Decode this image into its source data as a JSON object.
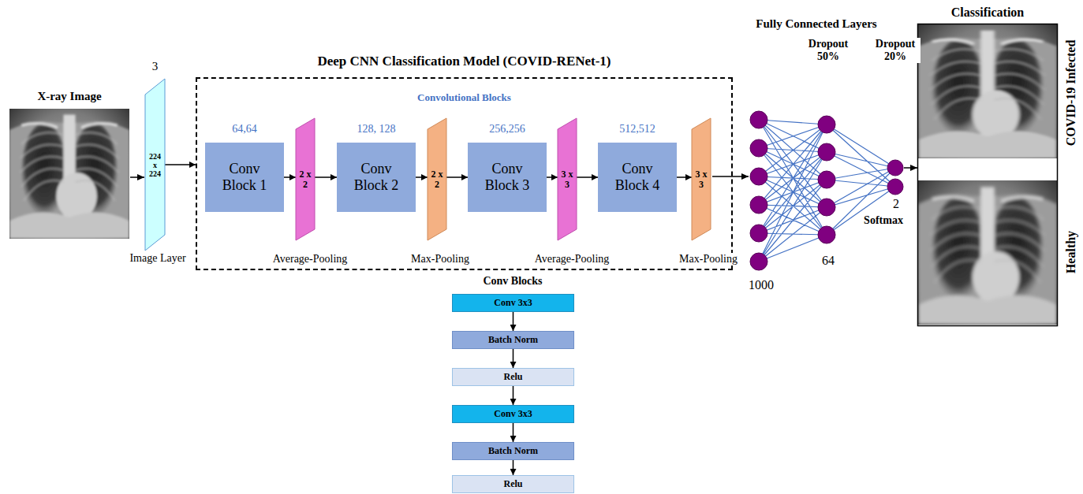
{
  "diagram": {
    "title": "Deep CNN Classification Model (COVID-RENet-1)",
    "nodes": [
      {
        "text": [
          "3",
          "224 x 224"
        ]
      },
      {
        "text": [
          "Deep CNN Classification Model (COVID-RENet-1)",
          "Convolutional Blocks"
        ]
      },
      {
        "text": [
          "64,64",
          "Conv Block 1"
        ],
        "in": 1
      },
      {
        "text": [
          "2 x 2"
        ],
        "in": 1
      },
      {
        "text": [
          "128, 128",
          "Conv Block 2"
        ],
        "in": 1
      },
      {
        "text": [
          "2 x 2"
        ],
        "in": 1
      },
      {
        "text": [
          "256,256",
          "Conv Block 3"
        ],
        "in": 1
      },
      {
        "text": [
          "3 x 3"
        ],
        "in": 1
      },
      {
        "text": [
          "512,512",
          "Conv Block 4"
        ],
        "in": 1
      },
      {
        "text": [
          "3 x 3"
        ],
        "in": 1
      },
      {
        "text": [
          "Conv 3x3"
        ]
      },
      {
        "text": [
          "Batch Norm"
        ]
      },
      {
        "text": [
          "Relu"
        ]
      },
      {
        "text": [
          "Conv 3x3"
        ]
      },
      {
        "text": [
          "Batch Norm"
        ]
      },
      {
        "text": [
          "Relu"
        ]
      }
    ],
    "edges": [
      {
        "from": 0,
        "to": 1,
        "arrow": "to"
      },
      {
        "from": 2,
        "to": 3,
        "arrow": "to"
      },
      {
        "from": 3,
        "to": 4,
        "arrow": "to"
      },
      {
        "from": 4,
        "to": 5,
        "arrow": "to"
      },
      {
        "from": 5,
        "to": 6,
        "arrow": "to"
      },
      {
        "from": 6,
        "to": 7,
        "arrow": "to"
      },
      {
        "from": 7,
        "to": 8,
        "arrow": "to"
      },
      {
        "from": 8,
        "to": 9,
        "arrow": "to"
      },
      {
        "from": 10,
        "to": 11,
        "arrow": "to"
      },
      {
        "from": 11,
        "to": 12,
        "arrow": "to"
      },
      {
        "from": 12,
        "to": 13,
        "arrow": "to"
      },
      {
        "from": 13,
        "to": 14,
        "arrow": "to"
      },
      {
        "from": 14,
        "to": 15,
        "arrow": "to"
      }
    ],
    "labels": [
      "X-ray Image",
      "Image Layer",
      "Average-Pooling",
      "Max-Pooling",
      "Average-Pooling",
      "Max-Pooling",
      "Fully Connected Layers",
      "Dropout 50%",
      "Dropout 20%",
      "1000",
      "64",
      "2",
      "Softmax",
      "Classification",
      "COVID-19 Infected",
      "Healthy",
      "Conv Blocks"
    ]
  }
}
